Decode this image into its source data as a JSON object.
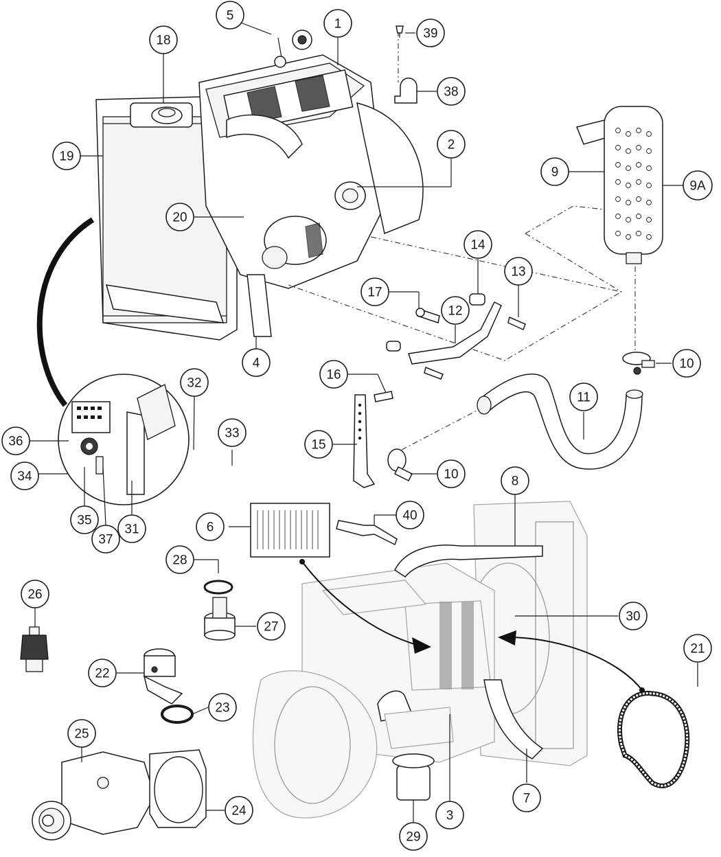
{
  "callouts": [
    {
      "label": "1"
    },
    {
      "label": "2"
    },
    {
      "label": "3"
    },
    {
      "label": "4"
    },
    {
      "label": "5"
    },
    {
      "label": "6"
    },
    {
      "label": "7"
    },
    {
      "label": "8"
    },
    {
      "label": "9"
    },
    {
      "label": "9A"
    },
    {
      "label": "10"
    },
    {
      "label": "10"
    },
    {
      "label": "11"
    },
    {
      "label": "12"
    },
    {
      "label": "13"
    },
    {
      "label": "14"
    },
    {
      "label": "15"
    },
    {
      "label": "16"
    },
    {
      "label": "17"
    },
    {
      "label": "18"
    },
    {
      "label": "19"
    },
    {
      "label": "20"
    },
    {
      "label": "21"
    },
    {
      "label": "22"
    },
    {
      "label": "23"
    },
    {
      "label": "24"
    },
    {
      "label": "25"
    },
    {
      "label": "26"
    },
    {
      "label": "27"
    },
    {
      "label": "28"
    },
    {
      "label": "29"
    },
    {
      "label": "30"
    },
    {
      "label": "31"
    },
    {
      "label": "32"
    },
    {
      "label": "33"
    },
    {
      "label": "34"
    },
    {
      "label": "35"
    },
    {
      "label": "36"
    },
    {
      "label": "37"
    },
    {
      "label": "38"
    },
    {
      "label": "39"
    },
    {
      "label": "40"
    }
  ]
}
